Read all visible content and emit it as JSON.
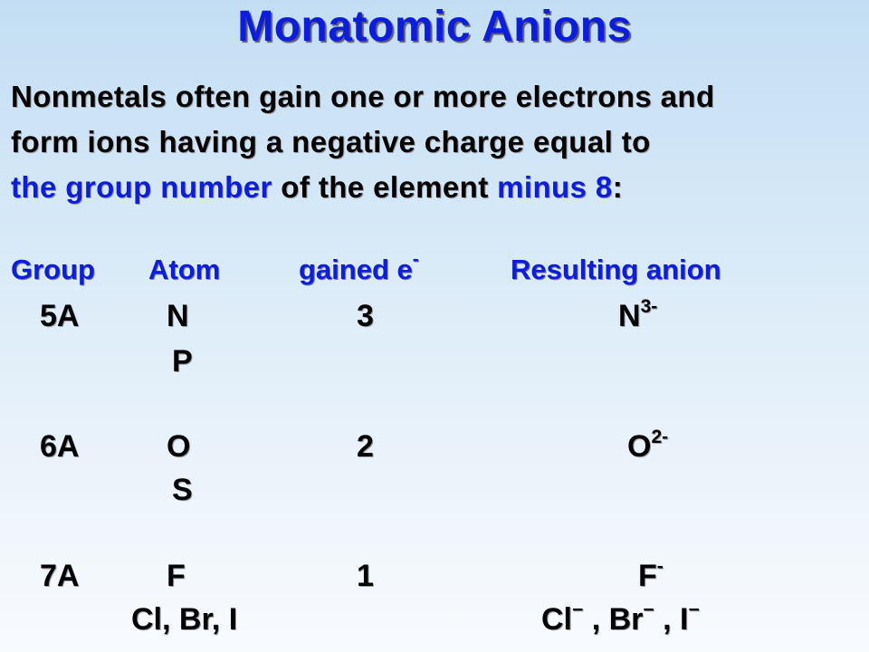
{
  "title": "Monatomic Anions",
  "intro": {
    "line1": "Nonmetals often gain one or more electrons and",
    "line2": "form ions having a negative charge equal to",
    "line3_hl1": "the group number",
    "line3_mid": " of the element ",
    "line3_hl2": "minus 8",
    "line3_end": ":"
  },
  "table": {
    "headers": {
      "group": "Group",
      "atom": "Atom",
      "gained": "gained e",
      "gained_sup": "-",
      "result": "Resulting anion"
    },
    "rows": [
      {
        "group": "5A",
        "atom": "N",
        "gained": "3",
        "anion": "N",
        "anion_sup": "3-"
      },
      {
        "atom": "P"
      },
      {
        "group": "6A",
        "atom": "O",
        "gained": "2",
        "anion": "O",
        "anion_sup": "2-"
      },
      {
        "atom": "S"
      },
      {
        "group": "7A",
        "atom": "F",
        "gained": "1",
        "anion": "F",
        "anion_sup": "-"
      },
      {
        "atom": "Cl, Br, I",
        "anion_cl": "Cl",
        "anion_br": "Br",
        "anion_i": "I",
        "anion_sup": "−",
        "sep": " , "
      }
    ]
  },
  "colors": {
    "accent": "#0c1de0",
    "text": "#000000"
  }
}
